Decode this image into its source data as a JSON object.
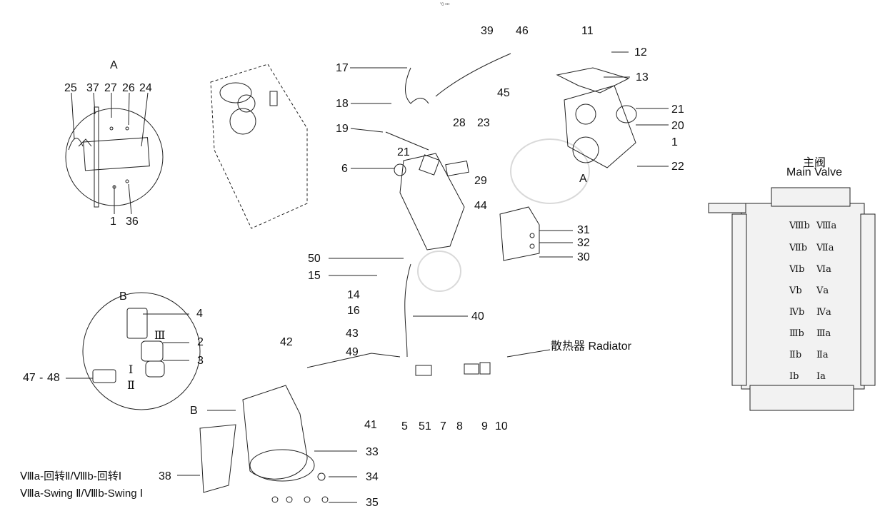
{
  "header_mark": "\"0 •••",
  "detail_a": {
    "title": "A",
    "labels": [
      "25",
      "37",
      "27",
      "26",
      "24",
      "1",
      "36"
    ]
  },
  "detail_b": {
    "title": "B",
    "labels": [
      "4",
      "2",
      "3",
      "47",
      "48"
    ],
    "roman": [
      "Ⅲ",
      "Ⅰ",
      "Ⅱ"
    ]
  },
  "callouts": {
    "n39": "39",
    "n46": "46",
    "n11": "11",
    "n12": "12",
    "n17": "17",
    "n13": "13",
    "n45": "45",
    "n18": "18",
    "n21a": "21",
    "n19": "19",
    "n28": "28",
    "n23": "23",
    "n20": "20",
    "n1": "1",
    "n21b": "21",
    "n6": "6",
    "n22": "22",
    "nA": "A",
    "n29": "29",
    "n44": "44",
    "n31": "31",
    "n32": "32",
    "n30": "30",
    "n50": "50",
    "n15": "15",
    "n14": "14",
    "n16": "16",
    "n40": "40",
    "n42": "42",
    "n43": "43",
    "n49": "49",
    "nB": "B",
    "n41": "41",
    "n5": "5",
    "n51": "51",
    "n7": "7",
    "n8": "8",
    "n9": "9",
    "n10": "10",
    "n33": "33",
    "n34": "34",
    "n35": "35",
    "n38": "38"
  },
  "radiator_label": "散热器 Radiator",
  "swing_line_1": "Ⅷa-回转Ⅱ/Ⅷb-回转Ⅰ",
  "swing_line_2": "Ⅷa-Swing Ⅱ/Ⅷb-Swing Ⅰ",
  "main_valve": {
    "title_cn": "主阀",
    "title_en": "Main Valve",
    "sections": [
      [
        "Ⅷb",
        "Ⅷa"
      ],
      [
        "Ⅶb",
        "Ⅶa"
      ],
      [
        "Ⅵb",
        "Ⅵa"
      ],
      [
        "Ⅴb",
        "Ⅴa"
      ],
      [
        "Ⅳb",
        "Ⅳa"
      ],
      [
        "Ⅲb",
        "Ⅲa"
      ],
      [
        "Ⅱb",
        "Ⅱa"
      ],
      [
        "Ⅰb",
        "Ⅰa"
      ]
    ]
  }
}
